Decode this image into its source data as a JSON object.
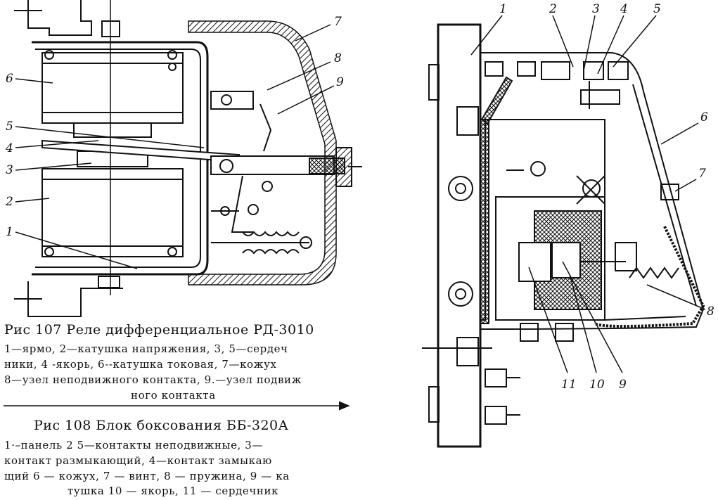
{
  "figure107": {
    "caption_title": "Рис  107  Реле дифференциальное РД-3010",
    "caption_lines": [
      "1—ярмо, 2—катушка напряжения, 3, 5—сердеч",
      "ники, 4 -якорь, 6--катушка токовая, 7—кожух",
      "8—узел неподвижного контакта, 9.—узел подвиж",
      "ного контакта"
    ],
    "callouts": [
      "1",
      "2",
      "3",
      "4",
      "5",
      "6",
      "7",
      "8",
      "9"
    ]
  },
  "figure108": {
    "caption_title": "Рис  108  Блок боксования ББ-320А",
    "caption_lines": [
      "1·–панель  2  5—контакты  неподвижные,  3—",
      "контакт  размыкающий,  4—контакт  замыкаю",
      "щий  6 — кожух, 7 — винт, 8 — пружина, 9 — ка",
      "тушка  10 — якорь, 11 — сердечник"
    ],
    "callouts": [
      "1",
      "2",
      "3",
      "4",
      "5",
      "6",
      "7",
      "8",
      "9",
      "10",
      "11"
    ]
  },
  "colors": {
    "ink": "#111111",
    "paper": "#ffffff"
  }
}
